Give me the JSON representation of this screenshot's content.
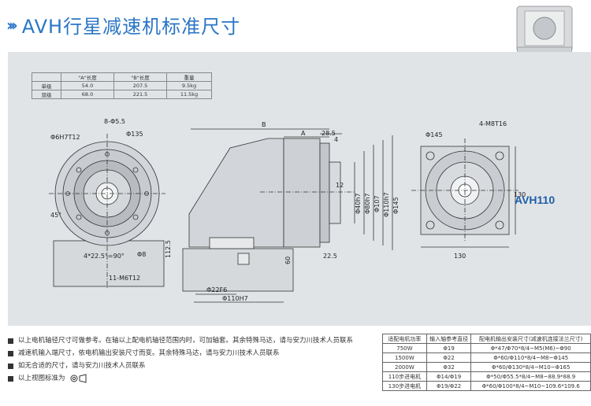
{
  "page": {
    "title": "AVH行星减速机标准尺寸",
    "model_label": "AVH110"
  },
  "spec_table": {
    "headers": [
      "",
      "\"A\"长度",
      "\"B\"长度",
      "重量"
    ],
    "rows": [
      [
        "单级",
        "54.0",
        "207.5",
        "9.5kg"
      ],
      [
        "双级",
        "68.0",
        "221.5",
        "11.5kg"
      ]
    ]
  },
  "dims": {
    "left": [
      "8-Φ5.5",
      "Φ135",
      "Φ6H7T12",
      "45°",
      "4*22.5°=90°",
      "Φ8",
      "11-M6T12",
      "112.5"
    ],
    "side": [
      "B",
      "A",
      "28.5",
      "4",
      "12",
      "Φ40h7",
      "Φ80h7",
      "Φ107",
      "Φ110h7",
      "Φ145",
      "22.5",
      "60",
      "Φ22F6",
      "Φ110H7"
    ],
    "right": [
      "Φ145",
      "4-M8T16",
      "130",
      "130"
    ]
  },
  "notes": [
    "以上电机轴径尺寸可做参考。在轴以上配电机轴径范围内时，可加轴套。其余特殊马达，请与安力川技术人员联系",
    "减速机输入端尺寸，依电机输出安装尺寸而变。其余特殊马达，请与安力川技术人员联系",
    "如无合适的尺寸，请与安力川技术人员联系",
    "以上视图标准为"
  ],
  "mount_table": {
    "headers": [
      "适配电机功率",
      "输入轴参考直径",
      "配电机输出安装尺寸(减速机连接法兰尺寸)"
    ],
    "rows": [
      [
        "750W",
        "Φ19",
        "Φ*47/Φ70*8/4~M5(M6)~Φ90"
      ],
      [
        "1500W",
        "Φ22",
        "Φ*60/Φ110*8/4~M8~Φ145"
      ],
      [
        "2000W",
        "Φ32",
        "Φ*60/Φ130*8/4~M10~Φ165"
      ],
      [
        "110步进电机",
        "Φ14/Φ19",
        "Φ*50/Φ55.5*8/4~M8~88.9*88.9"
      ],
      [
        "130步进电机",
        "Φ19/Φ22",
        "Φ*60/Φ100*8/4~M10~109.6*109.6"
      ]
    ]
  },
  "colors": {
    "accent": "#2a76c6",
    "drawing_bg": "#e1e4e7",
    "model_label": "#1e5ea8"
  }
}
